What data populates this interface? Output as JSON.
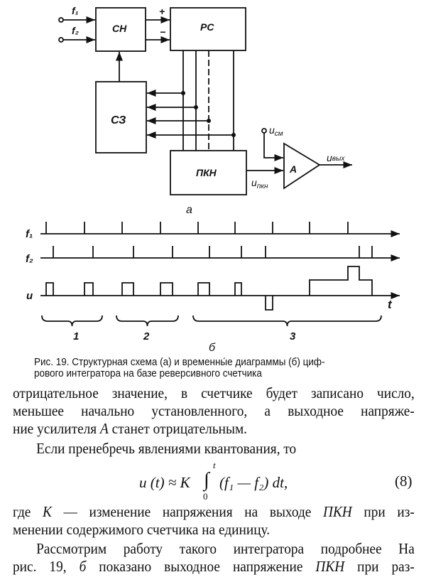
{
  "diagram_a": {
    "input_f1": "f₁",
    "input_f2": "f₂",
    "block_sn": "СН",
    "block_rs": "РС",
    "block_sz": "СЗ",
    "block_pkn": "ПКН",
    "amplifier": "A",
    "plus": "+",
    "minus": "−",
    "u_sm": "u",
    "u_sm_sub": "см",
    "u_pkn": "u",
    "u_pkn_sub": "пкн",
    "u_out": "u",
    "u_out_sub": "вых",
    "sublabel": "а"
  },
  "diagram_b": {
    "f1": "f₁",
    "f2": "f₂",
    "u": "u",
    "t": "t",
    "interval_1": "1",
    "interval_2": "2",
    "interval_3": "3",
    "sublabel": "б"
  },
  "caption": {
    "line1": "Рис. 19. Структурная схема (а) и временны́е диаграммы (б) циф-",
    "line2": "рового интегратора на базе реверсивного счетчика"
  },
  "body": {
    "l1": "отрицательное значение, в счетчике будет записано число,",
    "l2": "меньшее начально установленного, а выходное напряже-",
    "l3a": "ние усилителя ",
    "l3b": "A",
    "l3c": " станет отрицательным.",
    "l4": "Если пренебречь явлениями квантования, то",
    "l5a": "где ",
    "l5b": "K",
    "l5c": " — изменение напряжения на выходе ",
    "l5d": "ПКН",
    "l5e": " при из-",
    "l6": "менении содержимого счетчика на единицу.",
    "l7": "Рассмотрим работу такого интегратора подробнее На",
    "l8a": "рис. 19, ",
    "l8b": "б",
    "l8c": " показано выходное напряжение ",
    "l8d": "ПКН",
    "l8e": " при раз-"
  },
  "formula": {
    "lhs": "u (t) ≈ K",
    "upper": "t",
    "lower": "0",
    "integral": "∫",
    "integrand": "(f₁ — f₂) dt,",
    "number": "(8)"
  }
}
